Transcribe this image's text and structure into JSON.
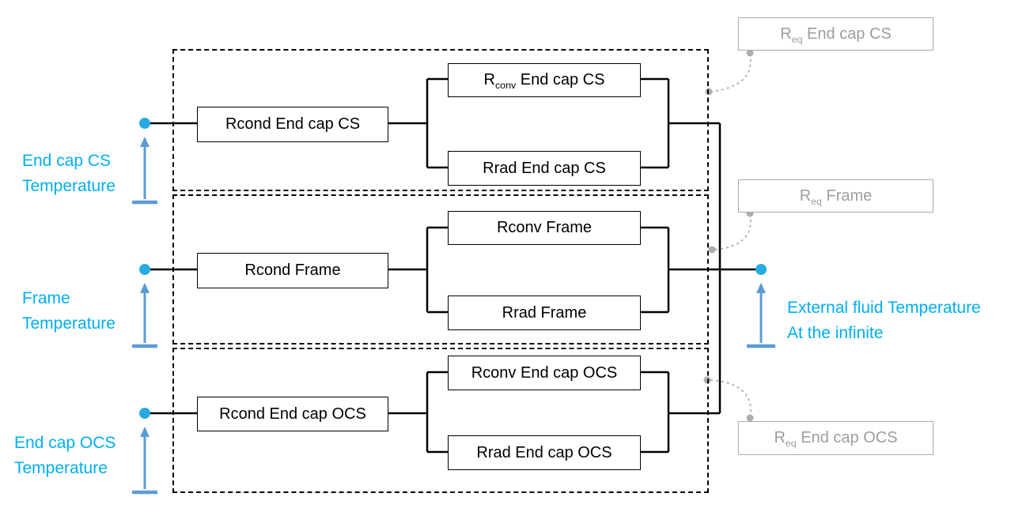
{
  "colors": {
    "accent_text": "#00B0F0",
    "arrow_blue": "#5B9BD5",
    "node_cyan": "#29ABE2",
    "eq_gray": "#A6A6A6",
    "wire_black": "#000000"
  },
  "branches": [
    {
      "name": "End cap CS",
      "temperature_label": {
        "line1": "End cap CS",
        "line2": "Temperature"
      },
      "rcond": {
        "text": "Rcond End cap CS"
      },
      "rconv": {
        "pre": "R",
        "sub": "conv",
        "post": " End cap CS"
      },
      "rrad": {
        "text": "Rrad End cap CS"
      }
    },
    {
      "name": "Frame",
      "temperature_label": {
        "line1": "Frame",
        "line2": "Temperature"
      },
      "rcond": {
        "text": "Rcond Frame"
      },
      "rconv": {
        "text": "Rconv Frame"
      },
      "rrad": {
        "text": "Rrad Frame"
      }
    },
    {
      "name": "End cap OCS",
      "temperature_label": {
        "line1": "End cap OCS",
        "line2": "Temperature"
      },
      "rcond": {
        "text": "Rcond End cap OCS"
      },
      "rconv": {
        "text": "Rconv End cap OCS"
      },
      "rrad": {
        "text": "Rrad End cap OCS"
      }
    }
  ],
  "equivalent_resistances": [
    {
      "pre": "R",
      "sub": "eq",
      "post": " End cap CS"
    },
    {
      "pre": "R",
      "sub": "eq",
      "post": " Frame"
    },
    {
      "pre": "R",
      "sub": "eq",
      "post": " End cap OCS"
    }
  ],
  "external_node": {
    "line1": "External fluid Temperature",
    "line2": "At the infinite"
  }
}
